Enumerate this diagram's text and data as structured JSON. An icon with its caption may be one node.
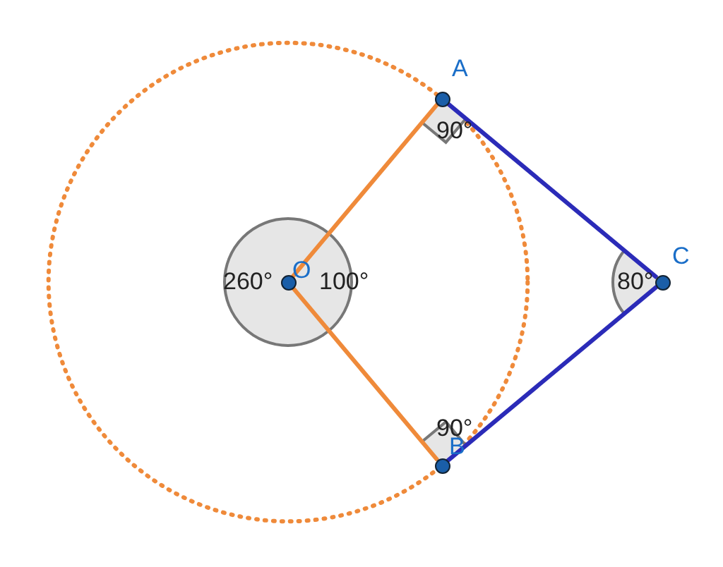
{
  "diagram": {
    "nodes": [
      {
        "text": [
          "A"
        ]
      },
      {
        "text": [
          "O"
        ]
      },
      {
        "text": [
          "C"
        ]
      },
      {
        "text": [
          "B"
        ]
      }
    ],
    "edges": [
      {
        "from": 1,
        "to": 0,
        "arrow": "none",
        "color": "#ef8a3a"
      },
      {
        "from": 1,
        "to": 3,
        "arrow": "none",
        "color": "#ef8a3a"
      },
      {
        "from": 0,
        "to": 2,
        "arrow": "none",
        "color": "#2b2bb8"
      },
      {
        "from": 3,
        "to": 2,
        "arrow": "none",
        "color": "#2b2bb8"
      }
    ],
    "labels": [
      "90°",
      "260°",
      "100°",
      "80°",
      "90°"
    ]
  }
}
